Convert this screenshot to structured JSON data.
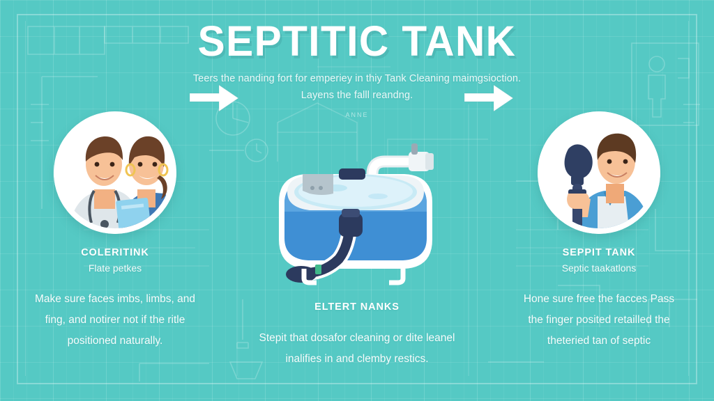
{
  "poster": {
    "background_color": "#55c9c4",
    "accent_white": "#ffffff",
    "tank_blue": "#3f8fd4",
    "tank_dark": "#2c3a5e"
  },
  "header": {
    "title": "SEPTITIC TANK",
    "subtitle_line1": "Teers the nanding fort for emperiey in thiy Tank Cleaning maimgsioction.",
    "subtitle_line2": "Layens the falll reandng."
  },
  "columns": [
    {
      "heading": "COLERITINK",
      "subheading": "Flate petkes",
      "body": "Make sure faces imbs, limbs, and fing, and notirer not if the ritle positioned naturally.",
      "photo_icon": "couple-technicians-photo"
    },
    {
      "heading": "ELTERT NANKS",
      "subheading": "",
      "body": "Stepit that dosafor cleaning or dite leanel inalifies in and clemby restics.",
      "small_label": "ANNE",
      "photo_icon": "septic-tank-illustration"
    },
    {
      "heading": "SEPPIT TANK",
      "subheading": "Septic taakatlons",
      "body": "Hone sure free the facces Pass the finger posited retailled the theteried tan of septic",
      "photo_icon": "worker-with-plunger-photo"
    }
  ],
  "arrows": [
    {
      "name": "arrow-right-1",
      "direction": "right"
    },
    {
      "name": "arrow-right-2",
      "direction": "right"
    }
  ]
}
